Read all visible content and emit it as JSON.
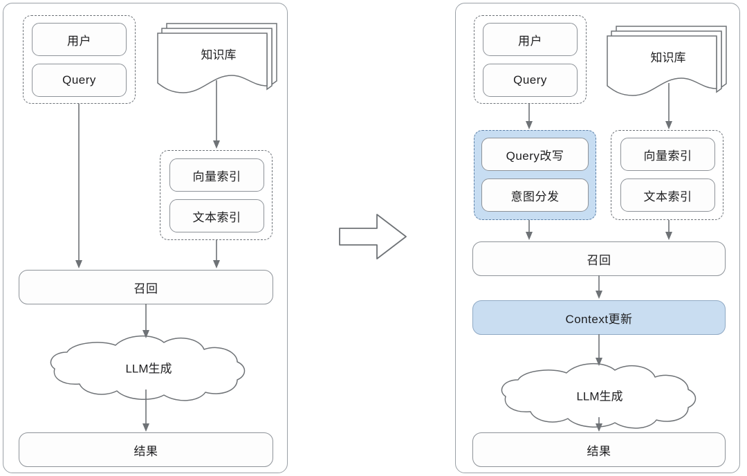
{
  "diagram": {
    "title": "RAG pipeline before and after Context update",
    "transition_arrow": "right-arrow",
    "colors": {
      "panel_border": "#9aa0a6",
      "node_border": "#8d9298",
      "node_fill": "#fdfdfd",
      "group_dashed_border": "#6b7076",
      "highlight_fill": "#c7ddf2",
      "highlight_border": "#5b7fa6",
      "context_fill": "#c9ddf1",
      "connector": "#6e7276",
      "text": "#1d1d1f",
      "background": "#ffffff"
    }
  },
  "left_panel": {
    "name": "baseline-rag-pipeline",
    "user_group": {
      "items": [
        {
          "label": "用户"
        },
        {
          "label": "Query"
        }
      ]
    },
    "knowledge_base": {
      "label": "知识库"
    },
    "index_group": {
      "items": [
        {
          "label": "向量索引"
        },
        {
          "label": "文本索引"
        }
      ]
    },
    "recall": {
      "label": "召回"
    },
    "llm": {
      "label": "LLM生成"
    },
    "result": {
      "label": "结果"
    }
  },
  "right_panel": {
    "name": "enhanced-rag-pipeline",
    "user_group": {
      "items": [
        {
          "label": "用户"
        },
        {
          "label": "Query"
        }
      ]
    },
    "knowledge_base": {
      "label": "知识库"
    },
    "query_group": {
      "highlighted": true,
      "items": [
        {
          "label": "Query改写"
        },
        {
          "label": "意图分发"
        }
      ]
    },
    "index_group": {
      "items": [
        {
          "label": "向量索引"
        },
        {
          "label": "文本索引"
        }
      ]
    },
    "recall": {
      "label": "召回"
    },
    "context_update": {
      "label": "Context更新",
      "highlighted": true
    },
    "llm": {
      "label": "LLM生成"
    },
    "result": {
      "label": "结果"
    }
  }
}
